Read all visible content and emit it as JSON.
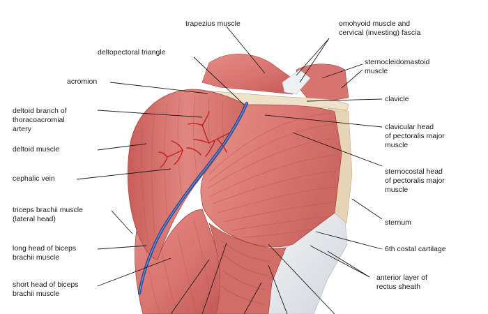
{
  "labels": {
    "trapezius": "trapezius muscle",
    "omohyoid": [
      "omohyoid muscle and",
      "cervical (investing) fascia"
    ],
    "deltopectoral": "deltopectoral triangle",
    "sternocleidomastoid": [
      "sternocleidomastoid",
      "muscle"
    ],
    "acromion": "acromion",
    "clavicle": "clavicle",
    "deltoid_branch": [
      "deltoid branch of",
      "thoracoacromial",
      "artery"
    ],
    "clavicular_head": [
      "clavicular head",
      "of pectoralis major",
      "muscle"
    ],
    "deltoid_muscle": "deltoid muscle",
    "sternocostal_head": [
      "sternocostal head",
      "of pectoralis major",
      "muscle"
    ],
    "cephalic_vein": "cephalic vein",
    "triceps": [
      "triceps brachii muscle",
      "(lateral head)"
    ],
    "sternum": "sternum",
    "long_head": [
      "long head of biceps",
      "brachii muscle"
    ],
    "costal_cartilage": "6th costal cartilage",
    "short_head": [
      "short head of biceps",
      "brachii muscle"
    ],
    "anterior_layer": [
      "anterior layer of",
      "rectus sheath"
    ]
  },
  "colors": {
    "muscle": "#d9736f",
    "muscle_dark": "#b8504e",
    "muscle_light": "#eaa19b",
    "bone": "#eedfc8",
    "fascia": "#e6e8ec",
    "vein": "#3d5fb3",
    "artery": "#c32121",
    "leader": "#1a1a1a"
  }
}
